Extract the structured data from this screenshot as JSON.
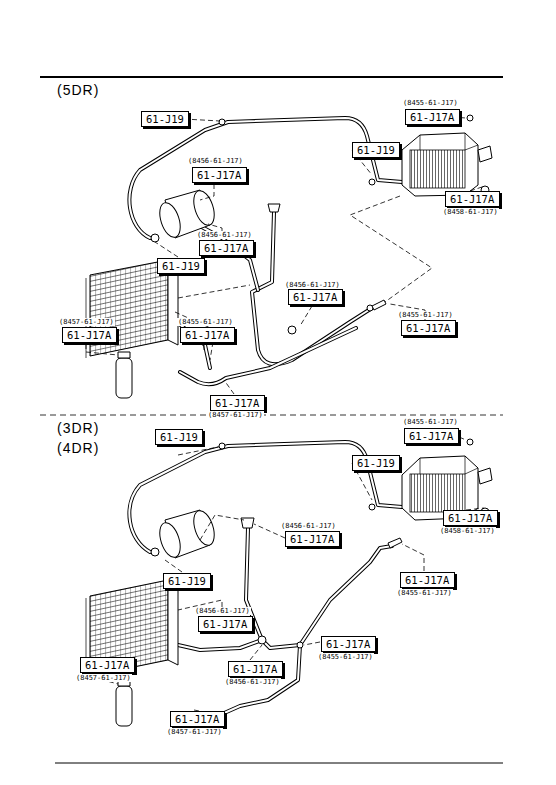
{
  "diagram": {
    "nodes": [
      {
        "text": [
          "61-J19"
        ]
      },
      {
        "text": [
          "61-J17A"
        ]
      },
      {
        "text": [
          "61-J19"
        ]
      },
      {
        "text": [
          "61-J17A"
        ]
      },
      {
        "text": [
          "61-J17A"
        ]
      },
      {
        "text": [
          "61-J17A"
        ]
      },
      {
        "text": [
          "61-J19"
        ]
      },
      {
        "text": [
          "61-J17A"
        ]
      },
      {
        "text": [
          "61-J17A"
        ]
      },
      {
        "text": [
          "61-J17A"
        ]
      },
      {
        "text": [
          "61-J17A"
        ]
      },
      {
        "text": [
          "61-J17A"
        ]
      },
      {
        "text": [
          "61-J17A"
        ]
      },
      {
        "text": [
          "61-J19"
        ]
      },
      {
        "text": [
          "61-J19"
        ]
      },
      {
        "text": [
          "61-J17A"
        ]
      },
      {
        "text": [
          "61-J17A"
        ]
      },
      {
        "text": [
          "61-J17A"
        ]
      },
      {
        "text": [
          "61-J19"
        ]
      },
      {
        "text": [
          "61-J17A"
        ]
      },
      {
        "text": [
          "61-J17A"
        ]
      },
      {
        "text": [
          "61-J17A"
        ]
      },
      {
        "text": [
          "61-J17A"
        ]
      },
      {
        "text": [
          "61-J17A"
        ]
      }
    ],
    "labels": [
      "(5DR)",
      "(8455-61-J17)",
      "(8456-61-J17)",
      "(8458-61-J17)",
      "(8456-61-J17)",
      "(8456-61-J17)",
      "(8457-61-J17)",
      "(8455-61-J17)",
      "(8455-61-J17)",
      "(8457-61-J17)",
      "(3DR)",
      "(4DR)",
      "(8455-61-J17)",
      "(8458-61-J17)",
      "(8456-61-J17)",
      "(8455-61-J17)",
      "(8456-61-J17)",
      "(8455-61-J17)",
      "(8456-61-J17)",
      "(8457-61-J17)",
      "(8457-61-J17)"
    ]
  }
}
